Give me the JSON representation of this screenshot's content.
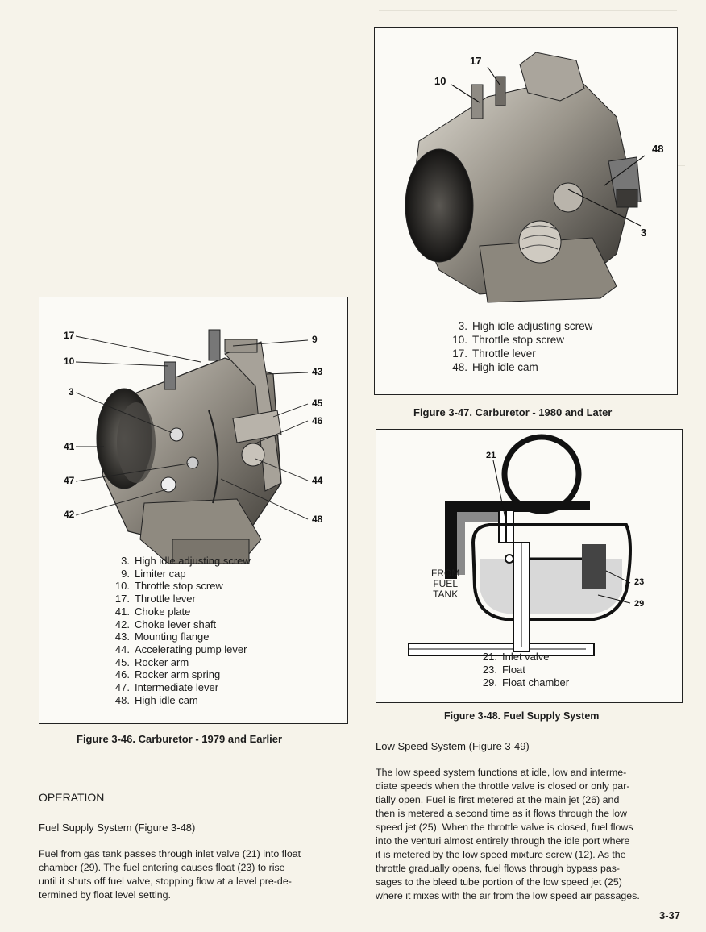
{
  "fig346": {
    "title": "Figure 3-46. Carburetor - 1979 and Earlier",
    "callouts": [
      "17",
      "10",
      "3",
      "41",
      "47",
      "42",
      "9",
      "43",
      "45",
      "46",
      "44",
      "48"
    ],
    "items": [
      {
        "num": "3.",
        "text": "High idle adjusting screw"
      },
      {
        "num": "9.",
        "text": "Limiter cap"
      },
      {
        "num": "10.",
        "text": "Throttle stop screw"
      },
      {
        "num": "17.",
        "text": "Throttle lever"
      },
      {
        "num": "41.",
        "text": "Choke plate"
      },
      {
        "num": "42.",
        "text": "Choke lever shaft"
      },
      {
        "num": "43.",
        "text": "Mounting flange"
      },
      {
        "num": "44.",
        "text": "Accelerating pump lever"
      },
      {
        "num": "45.",
        "text": "Rocker arm"
      },
      {
        "num": "46.",
        "text": "Rocker arm spring"
      },
      {
        "num": "47.",
        "text": "Intermediate lever"
      },
      {
        "num": "48.",
        "text": "High idle cam"
      }
    ]
  },
  "fig347": {
    "title": "Figure 3-47. Carburetor - 1980 and Later",
    "callouts": [
      "17",
      "10",
      "48",
      "3"
    ],
    "items": [
      {
        "num": "3.",
        "text": "High idle adjusting screw"
      },
      {
        "num": "10.",
        "text": "Throttle stop screw"
      },
      {
        "num": "17.",
        "text": "Throttle lever"
      },
      {
        "num": "48.",
        "text": "High idle cam"
      }
    ]
  },
  "fig348": {
    "title": "Figure 3-48. Fuel Supply System",
    "callouts": [
      "21",
      "23",
      "29"
    ],
    "from_label": [
      "FROM",
      "FUEL",
      "TANK"
    ],
    "items": [
      {
        "num": "21.",
        "text": "Inlet valve"
      },
      {
        "num": "23.",
        "text": "Float"
      },
      {
        "num": "29.",
        "text": "Float chamber"
      }
    ]
  },
  "left_text": {
    "heading": "OPERATION",
    "subheading": "Fuel Supply System (Figure 3-48)",
    "lines": [
      "Fuel from gas tank passes through inlet valve (21) into float",
      "chamber (29). The fuel entering causes float (23) to rise",
      "until it shuts off fuel valve, stopping flow at a level pre-de-",
      "termined by float level setting."
    ]
  },
  "right_text": {
    "heading": "Low Speed System (Figure 3-49)",
    "lines": [
      "The low speed system functions at idle, low and interme-",
      "diate speeds when the throttle valve is closed or only par-",
      "tially open. Fuel is first metered at the main jet (26) and",
      "then is metered a second time as it flows through the low",
      "speed jet (25). When the throttle valve is closed, fuel flows",
      "into the venturi almost entirely through the idle port where",
      "it is metered by the low speed mixture screw (12). As the",
      "throttle gradually opens, fuel flows through bypass pas-",
      "sages to the bleed tube portion of the low speed jet (25)",
      "where it mixes with the air from the low speed air passages."
    ]
  },
  "page_number": "3-37"
}
